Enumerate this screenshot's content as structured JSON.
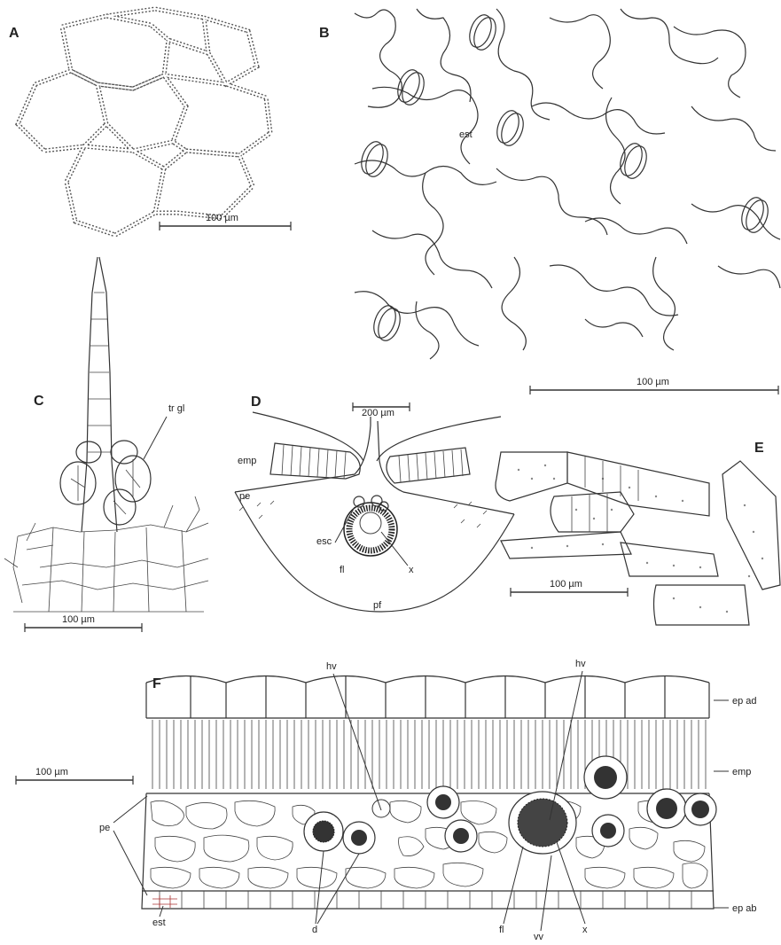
{
  "panels": [
    "A",
    "B",
    "C",
    "D",
    "E",
    "F"
  ],
  "scale_bars": {
    "A": "100 µm",
    "B": "100 µm",
    "C": "100 µm",
    "D": "200 µm",
    "E": "100 µm",
    "F": "100 µm"
  },
  "labels": {
    "B_est": "est",
    "C_trgl": "tr gl",
    "D_emp": "emp",
    "D_pe": "pe",
    "D_esc": "esc",
    "D_fl": "fl",
    "D_x": "x",
    "D_pf": "pf",
    "F_hv1": "hv",
    "F_hv2": "hv",
    "F_epad": "ep ad",
    "F_emp": "emp",
    "F_pe": "pe",
    "F_epab": "ep ab",
    "F_est": "est",
    "F_d": "d",
    "F_fl": "fl",
    "F_vv": "vv",
    "F_x": "x"
  }
}
